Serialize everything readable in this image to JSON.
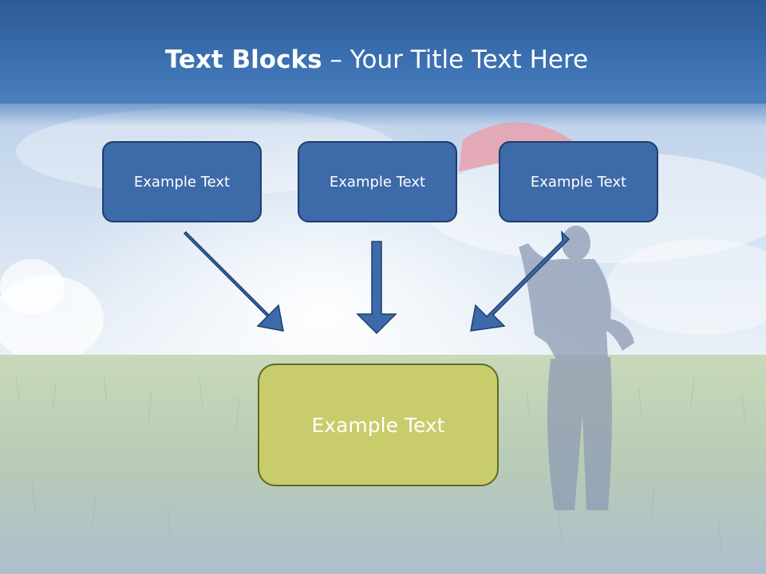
{
  "slide": {
    "title_bold": "Text Blocks",
    "title_sep": " – ",
    "title_rest": "Your Title Text Here"
  },
  "boxes": [
    {
      "label": "Example Text"
    },
    {
      "label": "Example Text"
    },
    {
      "label": "Example Text"
    }
  ],
  "main_box": {
    "label": "Example Text"
  },
  "colors": {
    "title_bar": "#3a6fb0",
    "box_fill": "#3d6aa8",
    "box_border": "#1d3f6e",
    "main_box_fill": "#c9cc6a",
    "main_box_border": "#5e6a2a",
    "arrow_fill": "#3d6aa8"
  },
  "icons": {
    "arrows": [
      "arrow-down-right-icon",
      "arrow-down-icon",
      "arrow-down-left-icon"
    ]
  }
}
